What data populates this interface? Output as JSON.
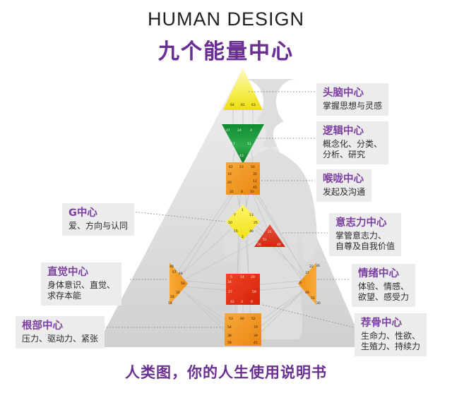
{
  "header": {
    "title_en": "HUMAN DESIGN",
    "title_cn": "九个能量中心"
  },
  "footer": {
    "caption": "人类图，你的人生使用说明书"
  },
  "colors": {
    "head": "#f5e93c",
    "ajna": "#169c3e",
    "throat": "#f0901f",
    "g_center": "#f7e92b",
    "will": "#e03c20",
    "spleen": "#f49a28",
    "sacral": "#e8301a",
    "solar_plexus": "#f49a28",
    "root": "#f0931f",
    "body": "#dcdcdc",
    "triangle": "#d4d4d4",
    "label_bg": "#ececec",
    "label_title": "#7b3fa0",
    "accent_purple": "#6a2f92"
  },
  "labels": [
    {
      "id": "head",
      "title": "头脑中心",
      "desc": "掌握思想与灵感"
    },
    {
      "id": "ajna",
      "title": "逻辑中心",
      "desc": "概念化、分类、\n分析、研究"
    },
    {
      "id": "throat",
      "title": "喉咙中心",
      "desc": "发起及沟通"
    },
    {
      "id": "will",
      "title": "意志力中心",
      "desc": "掌管意志力、\n自尊及自我价值"
    },
    {
      "id": "emotion",
      "title": "情绪中心",
      "desc": "体验、情感、\n欲望、感受力"
    },
    {
      "id": "sacral",
      "title": "荐骨中心",
      "desc": "生命力、性欲、\n生殖力、持续力"
    },
    {
      "id": "g",
      "title": "G中心",
      "desc": "爱、方向与认同"
    },
    {
      "id": "spleen",
      "title": "直觉中心",
      "desc": "身体意识、直觉、\n求存本能"
    },
    {
      "id": "root",
      "title": "根部中心",
      "desc": "压力、驱动力、紧张"
    }
  ],
  "centers": {
    "head": {
      "name": "头脑中心",
      "shape": "triangle-up",
      "gates": [
        "64",
        "61",
        "63"
      ]
    },
    "ajna": {
      "name": "逻辑中心",
      "shape": "triangle-down",
      "gates": [
        "47",
        "24",
        "4",
        "17",
        "11",
        "43"
      ]
    },
    "throat": {
      "name": "喉咙中心",
      "shape": "square",
      "gates": [
        "62",
        "23",
        "56",
        "16",
        "35",
        "20",
        "12",
        "45",
        "31",
        "8",
        "33"
      ]
    },
    "g_center": {
      "name": "G中心",
      "shape": "diamond",
      "gates": [
        "1",
        "7",
        "13",
        "10",
        "25",
        "15",
        "46",
        "2"
      ]
    },
    "will": {
      "name": "意志力中心",
      "shape": "triangle-up",
      "gates": [
        "21",
        "51",
        "26",
        "40"
      ]
    },
    "spleen": {
      "name": "直觉中心",
      "shape": "triangle-right",
      "gates": [
        "48",
        "57",
        "44",
        "50",
        "32",
        "28",
        "18"
      ]
    },
    "sacral": {
      "name": "荐骨中心",
      "shape": "square",
      "gates": [
        "5",
        "14",
        "29",
        "34",
        "27",
        "59",
        "42",
        "3",
        "9"
      ]
    },
    "solar_plexus": {
      "name": "情绪中心",
      "shape": "triangle-left",
      "gates": [
        "22",
        "36",
        "37",
        "6",
        "49",
        "55",
        "30"
      ]
    },
    "root": {
      "name": "根部中心",
      "shape": "square",
      "gates": [
        "53",
        "60",
        "52",
        "54",
        "19",
        "38",
        "39",
        "58",
        "41"
      ]
    }
  },
  "gate_text": {
    "head": {
      "g1": "64",
      "g2": "61",
      "g3": "63"
    },
    "ajna": {
      "g1": "47",
      "g2": "24",
      "g3": "4",
      "g4": "17",
      "g5": "11",
      "g6": "43"
    },
    "throat": {
      "g1": "62",
      "g2": "23",
      "g3": "56",
      "g4": "16",
      "g5": "35",
      "g6": "20",
      "g7": "12",
      "g8": "45",
      "g9": "31",
      "g10": "8",
      "g11": "33"
    },
    "g_center": {
      "g1": "1",
      "g2": "7",
      "g3": "13",
      "g4": "10",
      "g5": "25",
      "g6": "15",
      "g7": "46",
      "g8": "2"
    },
    "will": {
      "g1": "21",
      "g2": "51",
      "g3": "26",
      "g4": "40"
    },
    "spleen": {
      "g1": "48",
      "g2": "57",
      "g3": "44",
      "g4": "50",
      "g5": "32",
      "g6": "28",
      "g7": "18"
    },
    "sacral": {
      "g1": "5",
      "g2": "14",
      "g3": "29",
      "g4": "34",
      "g5": "27",
      "g6": "59",
      "g7": "42",
      "g8": "3",
      "g9": "9"
    },
    "solar": {
      "g1": "22",
      "g2": "36",
      "g3": "37",
      "g4": "6",
      "g5": "49",
      "g6": "55",
      "g7": "30"
    },
    "root": {
      "g1": "53",
      "g2": "60",
      "g3": "52",
      "g4": "54",
      "g5": "19",
      "g6": "38",
      "g7": "39",
      "g8": "58",
      "g9": "41"
    }
  }
}
